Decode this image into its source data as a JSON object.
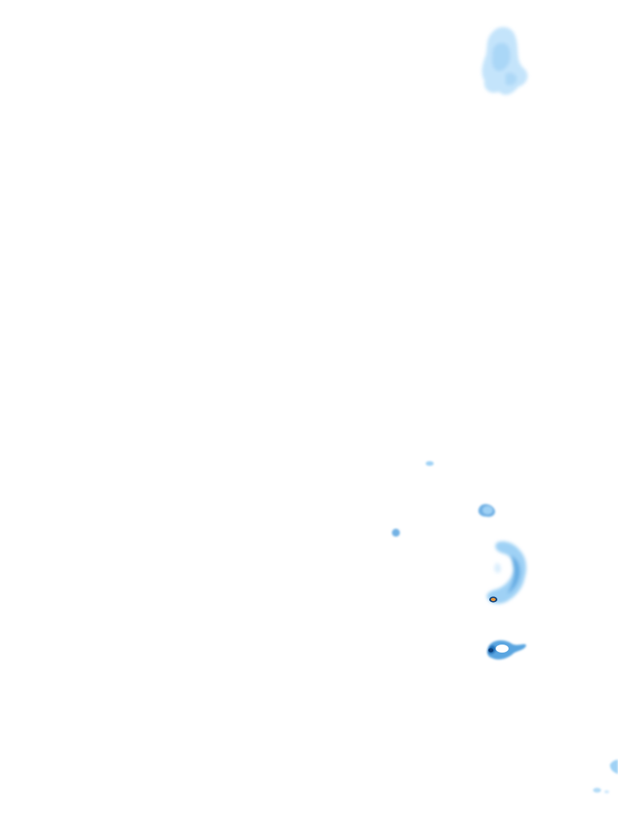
{
  "map": {
    "kind": "precipitation-radar-overlay",
    "background_color": "#ffffff",
    "intensity_palette": {
      "light": "#c4e4fb",
      "moderate": "#9fd1f5",
      "heavy": "#5aa5e0",
      "very_heavy": "#1f6fb8",
      "intense": "#0d3f7a",
      "core": "#e8963a"
    },
    "echo_cells": [
      {
        "name": "echo-cell-north",
        "intensity": "light"
      },
      {
        "name": "echo-cell-small-a",
        "intensity": "moderate"
      },
      {
        "name": "echo-cell-small-b",
        "intensity": "moderate"
      },
      {
        "name": "echo-cell-crescent",
        "intensity": "heavy",
        "has_core": true
      },
      {
        "name": "echo-cell-south",
        "intensity": "very_heavy"
      },
      {
        "name": "echo-cell-corner",
        "intensity": "light"
      }
    ]
  }
}
